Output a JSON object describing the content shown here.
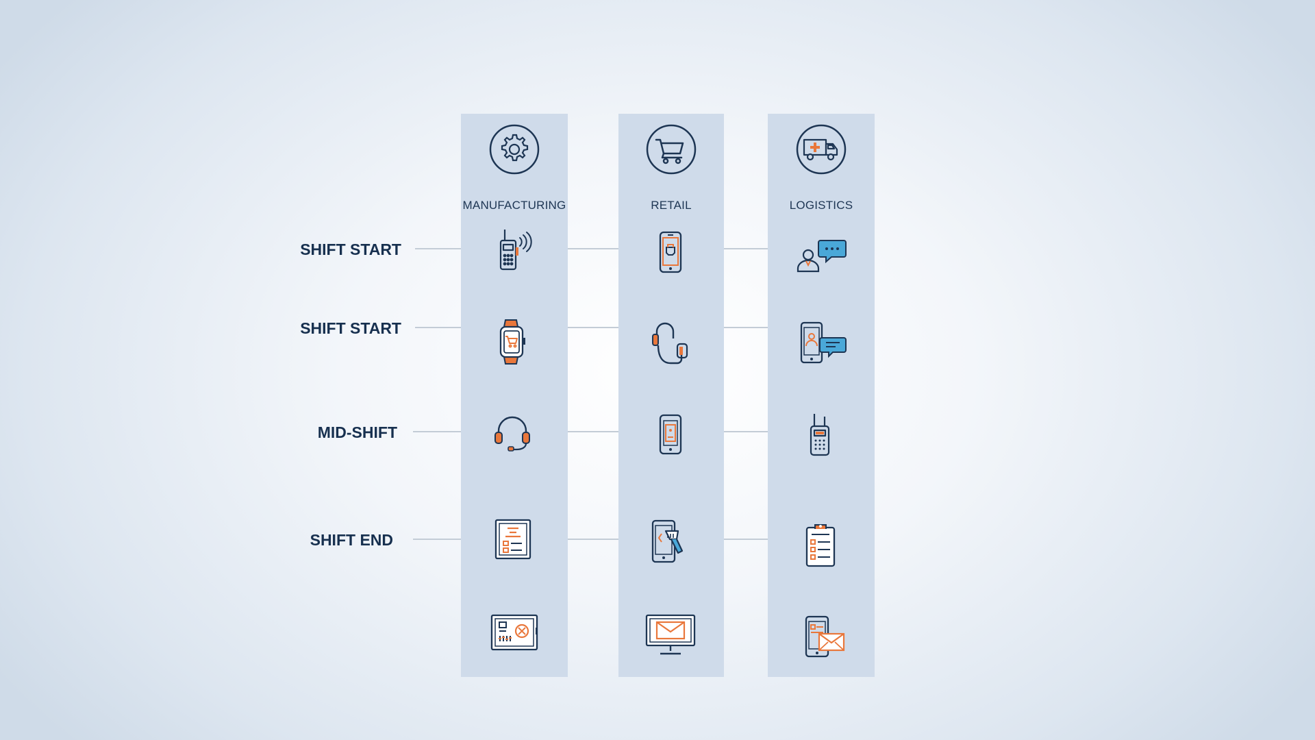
{
  "columns": [
    {
      "title": "MANUFACTURING",
      "header_icon": "gear-icon"
    },
    {
      "title": "RETAIL",
      "header_icon": "shopping-cart-icon"
    },
    {
      "title": "LOGISTICS",
      "header_icon": "delivery-truck-icon"
    }
  ],
  "rows": [
    {
      "label": "SHIFT START",
      "icons": [
        "walkie-talkie-icon",
        "smartphone-icon",
        "user-chat-icon"
      ]
    },
    {
      "label": "SHIFT START",
      "icons": [
        "smartwatch-icon",
        "earpiece-icon",
        "phone-chat-icon"
      ]
    },
    {
      "label": "MID-SHIFT",
      "icons": [
        "headset-icon",
        "smartphone-icon",
        "walkie-talkie-icon"
      ]
    },
    {
      "label": "SHIFT END",
      "icons": [
        "report-document-icon",
        "phone-scanner-icon",
        "clipboard-checklist-icon"
      ]
    },
    {
      "label": "",
      "icons": [
        "control-panel-icon",
        "monitor-email-icon",
        "phone-email-icon"
      ]
    }
  ],
  "colors": {
    "navy": "#1d3553",
    "orange": "#e9773b",
    "blue": "#4aa8d8",
    "column": "#cfdbea",
    "line": "#c3ccd6"
  }
}
